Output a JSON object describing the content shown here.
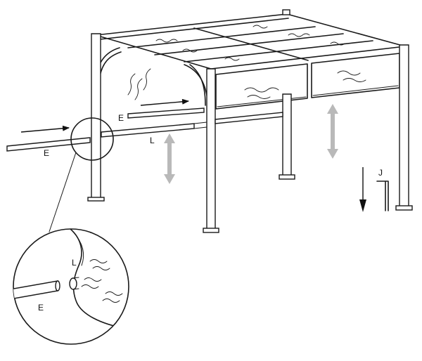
{
  "labels": {
    "e_top": "E",
    "e_left": "E",
    "l_main": "L",
    "j": "J",
    "l_detail": "L",
    "e_detail": "E"
  },
  "colors": {
    "line": "#1a1a1a",
    "arrow_gray": "#b9b9b9",
    "arrow_black": "#111111",
    "background": "#ffffff"
  }
}
